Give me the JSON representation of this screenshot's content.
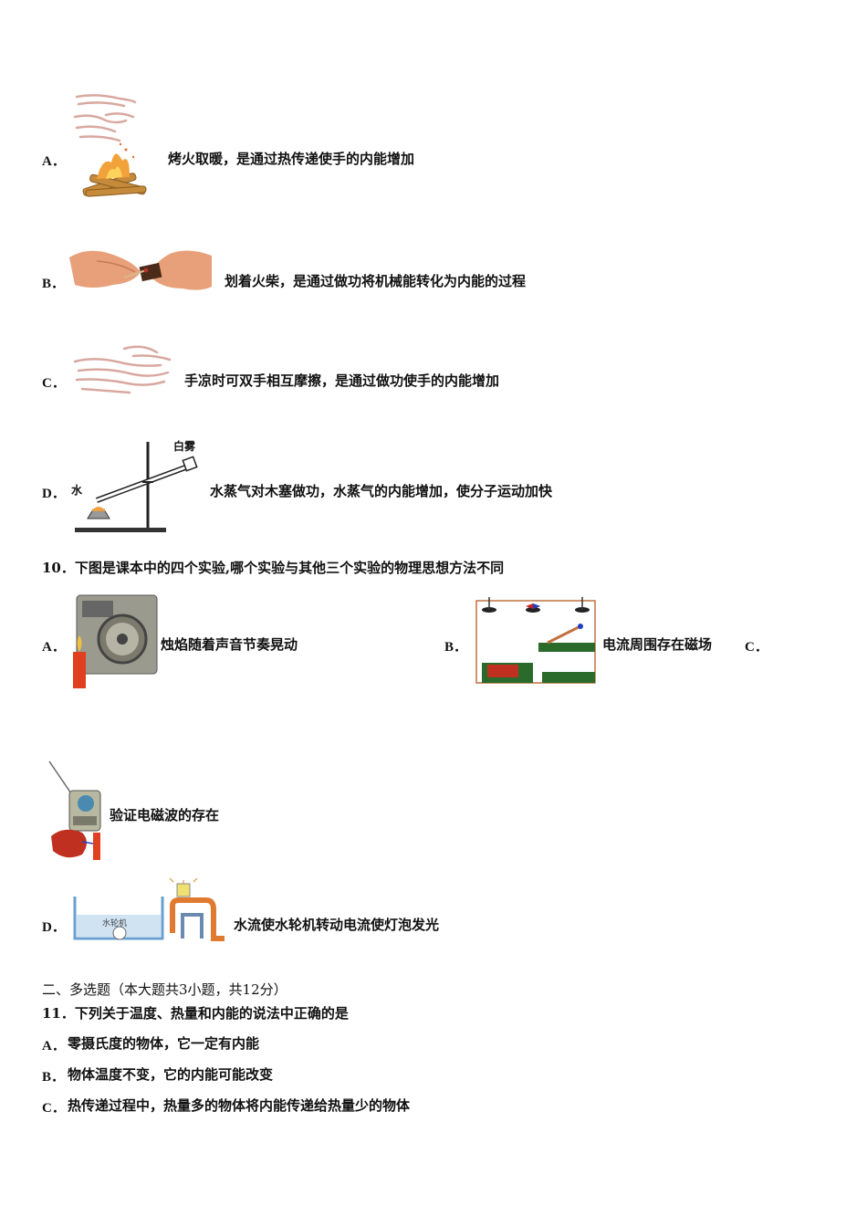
{
  "q9": {
    "options": [
      {
        "label": "A．",
        "text": "烤火取暖，是通过热传递使手的内能增加",
        "image": "campfire-hands-image"
      },
      {
        "label": "B．",
        "text": "划着火柴，是通过做功将机械能转化为内能的过程",
        "image": "striking-match-image"
      },
      {
        "label": "C．",
        "text": "手凉时可双手相互摩擦，是通过做功使手的内能增加",
        "image": "rubbing-hands-image"
      },
      {
        "label": "D．",
        "text": "水蒸气对木塞做功，水蒸气的内能增加，使分子运动加快",
        "image": "steam-cork-apparatus-image",
        "image_labels": {
          "steam": "白雾",
          "water": "水"
        }
      }
    ]
  },
  "q10": {
    "stem": "10．下图是课本中的四个实验,哪个实验与其他三个实验的物理思想方法不同",
    "options": [
      {
        "label": "A．",
        "text": "烛焰随着声音节奏晃动",
        "image": "speaker-candle-image"
      },
      {
        "label": "B．",
        "text": "电流周围存在磁场",
        "image": "oersted-circuit-image"
      },
      {
        "label": "C．",
        "text": "验证电磁波的存在",
        "image": "radio-battery-image"
      },
      {
        "label": "D．",
        "text": "水流使水轮机转动电流使灯泡发光",
        "image": "water-turbine-analogy-image",
        "image_labels": {
          "turbine": "水轮机"
        }
      }
    ]
  },
  "section2": {
    "heading": "二、多选题（本大题共3小题，共12分）"
  },
  "q11": {
    "stem": "11．下列关于温度、热量和内能的说法中正确的是",
    "options": [
      {
        "label": "A．",
        "text": "零摄氏度的物体，它一定有内能"
      },
      {
        "label": "B．",
        "text": "物体温度不变，它的内能可能改变"
      },
      {
        "label": "C．",
        "text": "热传递过程中，热量多的物体将内能传递给热量少的物体"
      }
    ]
  }
}
